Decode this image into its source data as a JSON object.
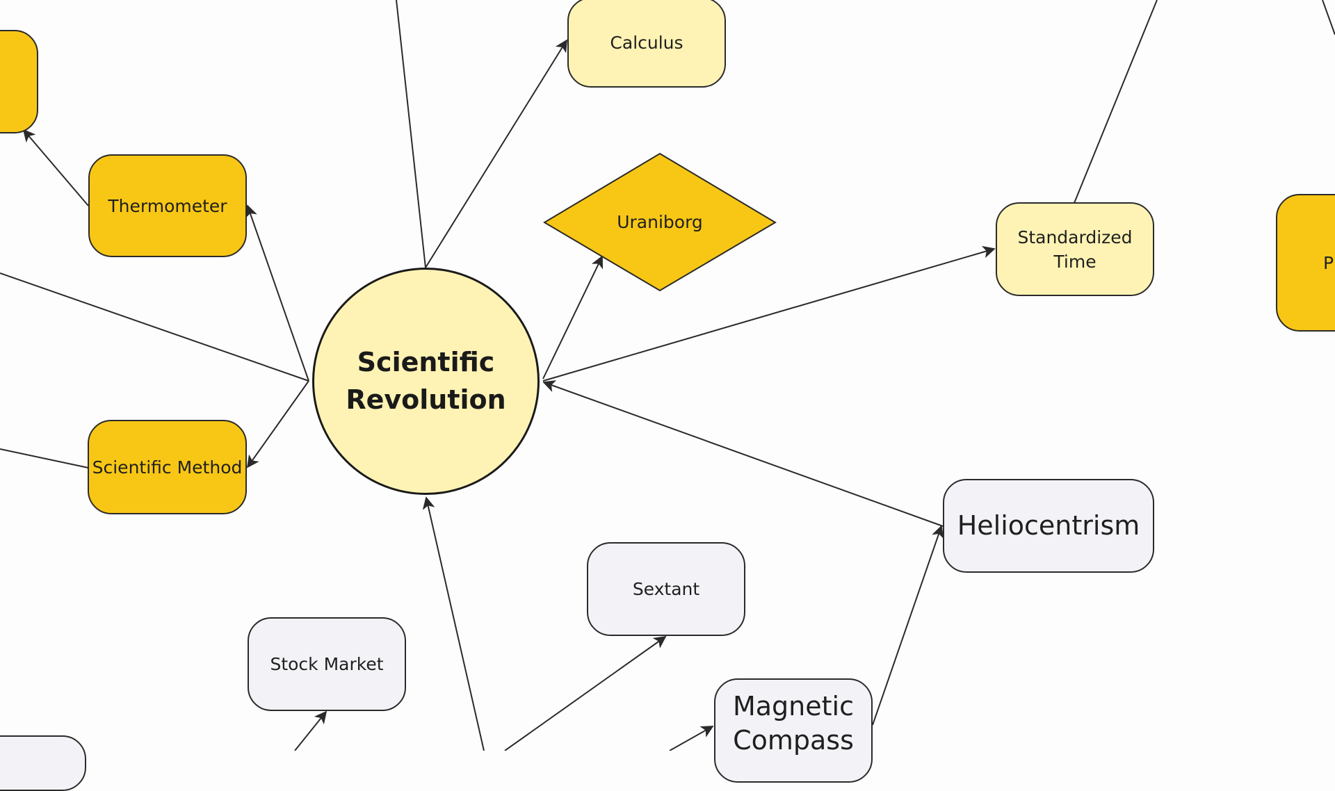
{
  "diagram": {
    "title": "Scientific Revolution mind map",
    "center": {
      "label": "Scientific Revolution",
      "line1": "Scientific",
      "line2": "Revolution",
      "fill": "#fef3b4"
    },
    "nodes": [
      {
        "id": "calculus",
        "label": "Calculus",
        "style": "pale"
      },
      {
        "id": "uraniborg",
        "label": "Uraniborg",
        "style": "gold",
        "shape": "diamond"
      },
      {
        "id": "standardized-time",
        "label": "Standardized\nTime",
        "style": "pale"
      },
      {
        "id": "p-node",
        "label": "P",
        "style": "gold"
      },
      {
        "id": "thermometer",
        "label": "Thermometer",
        "style": "gold"
      },
      {
        "id": "top-left-node",
        "label": "",
        "style": "gold"
      },
      {
        "id": "scientific-method",
        "label": "Scientific Method",
        "style": "gold"
      },
      {
        "id": "heliocentrism",
        "label": "Heliocentrism",
        "style": "gray"
      },
      {
        "id": "sextant",
        "label": "Sextant",
        "style": "gray"
      },
      {
        "id": "stock-market",
        "label": "Stock Market",
        "style": "gray"
      },
      {
        "id": "magnetic-compass",
        "label": "Magnetic\nCompass",
        "style": "gray"
      },
      {
        "id": "bottom-left-node",
        "label": "",
        "style": "gray"
      }
    ],
    "edges": [
      {
        "from": "scientific-revolution",
        "to": "calculus",
        "arrow": true
      },
      {
        "from": "scientific-revolution",
        "to": "uraniborg",
        "arrow": true
      },
      {
        "from": "scientific-revolution",
        "to": "standardized-time",
        "arrow": true
      },
      {
        "from": "scientific-revolution",
        "to": "thermometer",
        "arrow": true
      },
      {
        "from": "scientific-revolution",
        "to": "scientific-method",
        "arrow": true
      },
      {
        "from": "heliocentrism",
        "to": "scientific-revolution",
        "arrow": true
      },
      {
        "from": "thermometer",
        "to": "top-left-node",
        "arrow": true
      },
      {
        "from": "bottom-hub",
        "to": "scientific-revolution",
        "arrow": true
      },
      {
        "from": "bottom-hub",
        "to": "sextant",
        "arrow": true
      },
      {
        "from": "bottom-hub",
        "to": "stock-market",
        "arrow": true
      },
      {
        "from": "bottom-hub",
        "to": "magnetic-compass",
        "arrow": true
      },
      {
        "from": "magnetic-compass",
        "to": "heliocentrism",
        "arrow": true
      },
      {
        "from": "standardized-time",
        "to": "off-canvas-top",
        "arrow": false
      },
      {
        "from": "scientific-revolution",
        "to": "off-canvas-top-left",
        "arrow": false
      },
      {
        "from": "scientific-revolution",
        "to": "off-canvas-left",
        "arrow": false
      },
      {
        "from": "scientific-method",
        "to": "off-canvas-left",
        "arrow": false
      }
    ],
    "colors": {
      "pale_yellow": "#fef3b4",
      "gold": "#f8c715",
      "gray": "#f3f2f6",
      "stroke": "#2a2a2a",
      "background": "#fdfdfd"
    }
  }
}
